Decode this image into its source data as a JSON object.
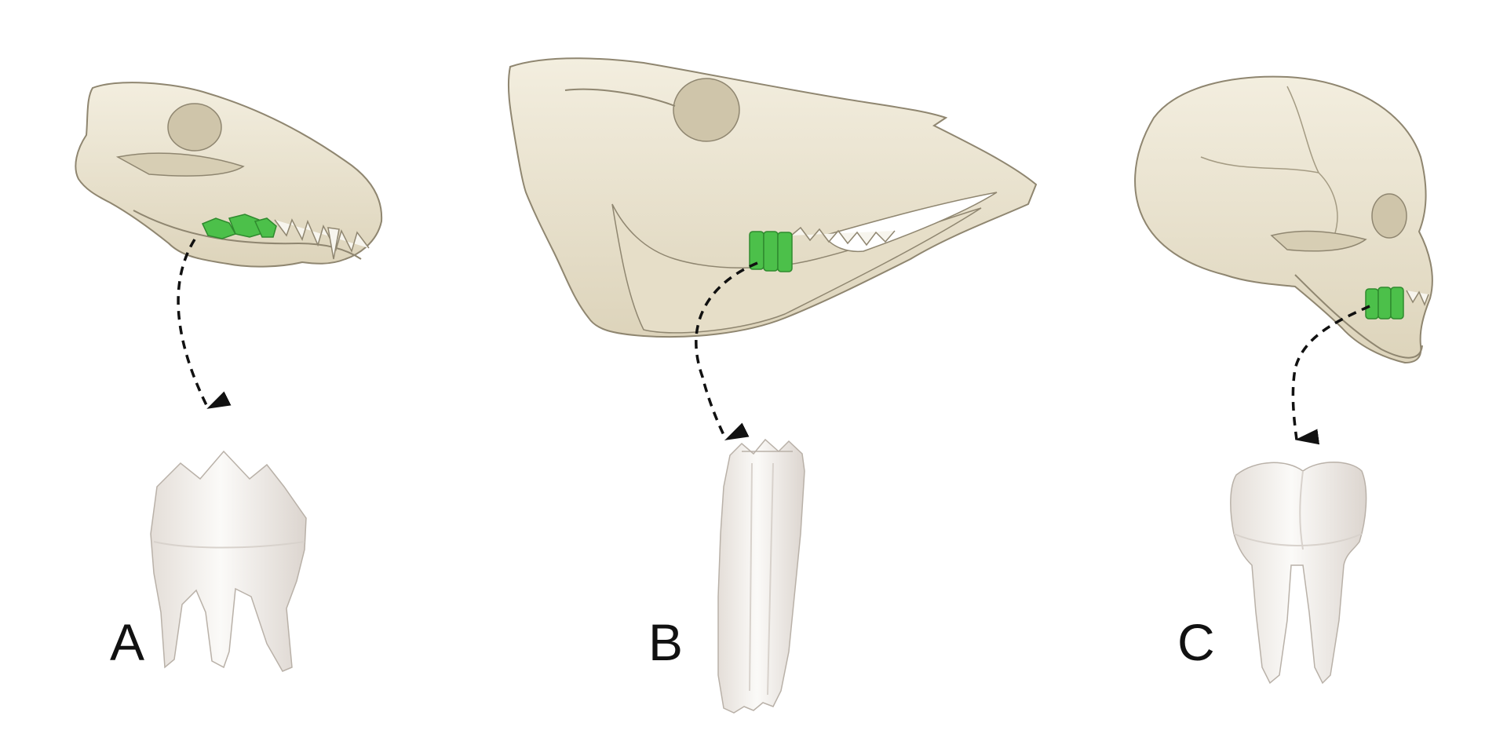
{
  "panels": [
    {
      "id": "A",
      "label": "A",
      "skull_icon": "dog-skull-icon",
      "tooth_icon": "carnassial-molar-icon"
    },
    {
      "id": "B",
      "label": "B",
      "skull_icon": "horse-skull-icon",
      "tooth_icon": "hypsodont-cheek-tooth-icon"
    },
    {
      "id": "C",
      "label": "C",
      "skull_icon": "human-skull-icon",
      "tooth_icon": "human-molar-icon"
    }
  ],
  "colors": {
    "bone": "#ece5d2",
    "bone_shadow": "#c9bfa5",
    "bone_outline": "#8f8670",
    "highlight_teeth": "#4cc04a",
    "tooth_enamel": "#f6f4f0",
    "tooth_shadow": "#d8d2cc",
    "arrow": "#111111",
    "background": "#ffffff"
  }
}
